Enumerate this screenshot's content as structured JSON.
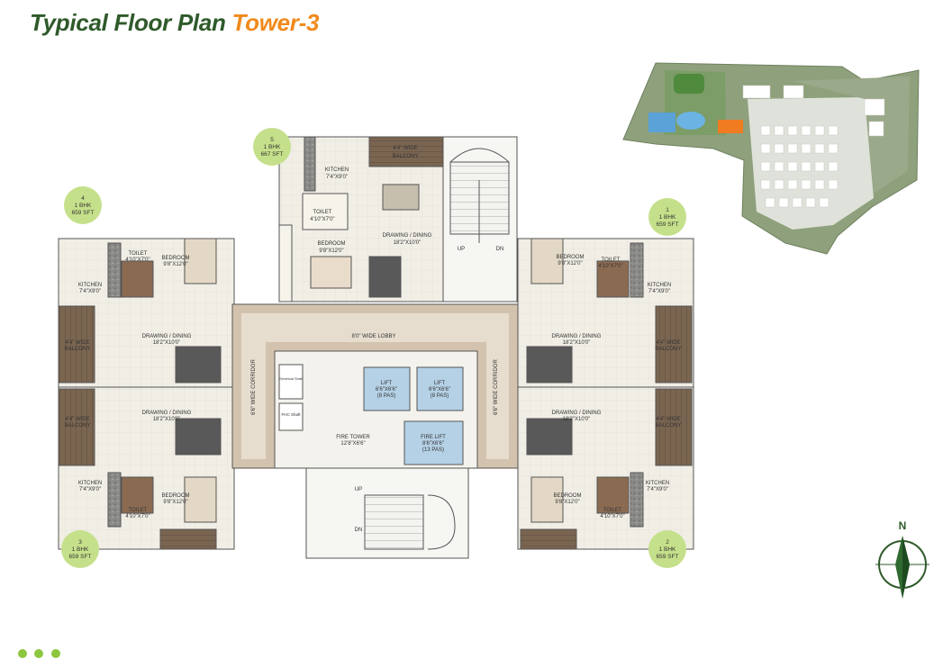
{
  "title": {
    "part1": "Typical Floor Plan",
    "part2": "Tower-3"
  },
  "units": [
    {
      "no": "5",
      "type": "1 BHK",
      "area": "667 SFT"
    },
    {
      "no": "4",
      "type": "1 BHK",
      "area": "659 SFT"
    },
    {
      "no": "1",
      "type": "1 BHK",
      "area": "659 SFT"
    },
    {
      "no": "3",
      "type": "1 BHK",
      "area": "659 SFT"
    },
    {
      "no": "2",
      "type": "1 BHK",
      "area": "659 SFT"
    }
  ],
  "rooms": {
    "balcony_label": "4'4\" WIDE",
    "balcony_label2": "BALCONY",
    "kitchen": "KITCHEN",
    "kitchen_top_dim": "7'4\"X9'0\"",
    "kitchen_dim": "7'4\"X9'0\"",
    "toilet": "TOILET",
    "toilet_dim": "4'10\"X7'0\"",
    "bedroom": "BEDROOM",
    "bedroom_dim": "9'8\"X12'0\"",
    "drawing": "DRAWING / DINING",
    "drawing_dim": "18'2\"X10'0\""
  },
  "core": {
    "lobby": "8'0\" WIDE LOBBY",
    "corridor": "6'6\" WIDE CORRIDOR",
    "lift": "LIFT",
    "lift_dim": "6'6\"X6'6\"",
    "lift_cap": "(8 PAS)",
    "fire_lift": "FIRE LIFT",
    "fire_lift_dim": "8'6\"X6'6\"",
    "fire_lift_cap": "(13 PAS)",
    "fire_tower": "FIRE TOWER",
    "fire_tower_dim": "12'8\"X6'6\"",
    "electrical": "Electrical Shaft",
    "fhc": "FHC Shaft",
    "up": "UP",
    "dn": "DN"
  },
  "compass_label": "N",
  "colors": {
    "title_green": "#2f5a2a",
    "title_orange": "#f08a1c",
    "badge": "#c5e08a",
    "dots": "#8dc63f"
  }
}
